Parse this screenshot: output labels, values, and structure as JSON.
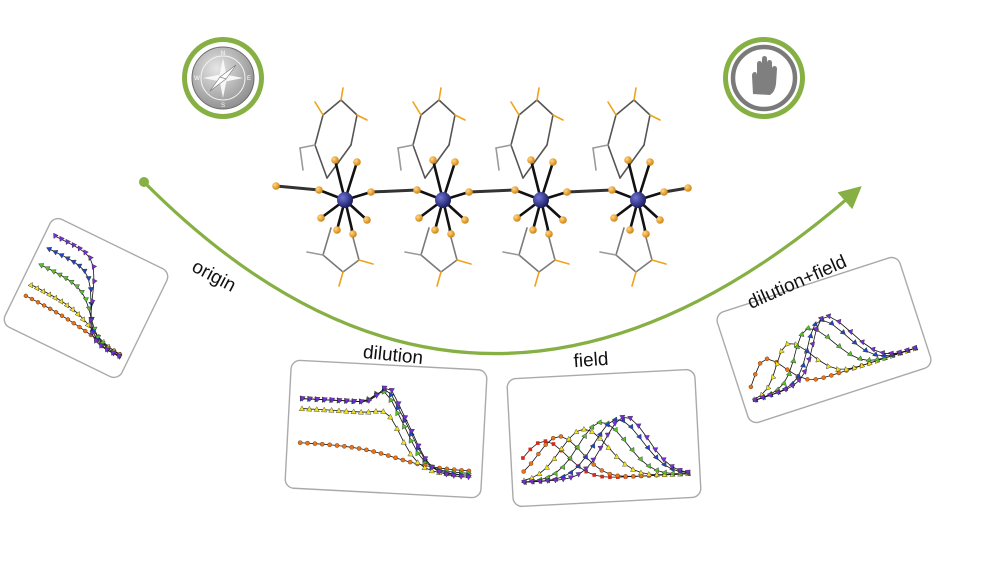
{
  "panels": [
    {
      "id": "origin",
      "label": "origin"
    },
    {
      "id": "dilution",
      "label": "dilution"
    },
    {
      "id": "field",
      "label": "field"
    },
    {
      "id": "dilution-field",
      "label": "dilution+field"
    }
  ],
  "compass_letters": {
    "n": "N",
    "e": "E",
    "s": "S",
    "w": "W"
  },
  "colors": {
    "arrow": "#86b043",
    "icon_ring": "#86b043",
    "metal_atom": "#2d2f85",
    "ligand_atom": "#f0a21a",
    "series": [
      "#e8741c",
      "#f2e21e",
      "#57c026",
      "#1f44c8",
      "#7a2bd8"
    ],
    "extra_series": "#d42a1a"
  }
}
